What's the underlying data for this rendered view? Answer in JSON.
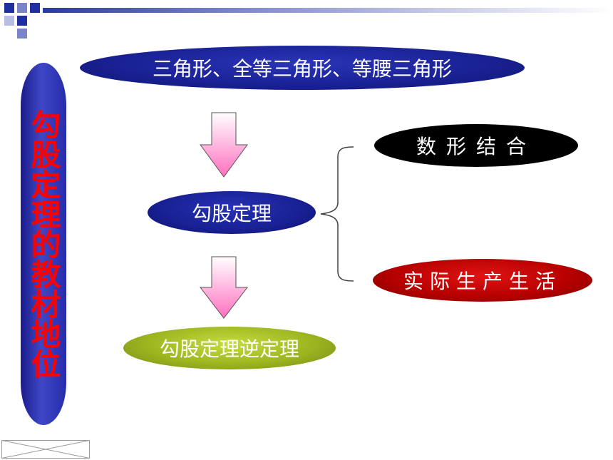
{
  "vertical_title": "勾股定理的教材地位",
  "top_pill": "三角形、全等三角形、等腰三角形",
  "theorem_pill": "勾股定理",
  "converse_pill": "勾股定理逆定理",
  "combine_pill": "数形结合",
  "life_pill": "实际生产生活",
  "colors": {
    "title_text": "#ff0000",
    "title_bar": "#262cac",
    "top_pill": "#1a2296",
    "theorem_pill": "#182093",
    "converse_pill": "#9db620",
    "combine_pill": "#000000",
    "life_pill": "#b80000",
    "arrow_fill": "#ff80c0"
  }
}
